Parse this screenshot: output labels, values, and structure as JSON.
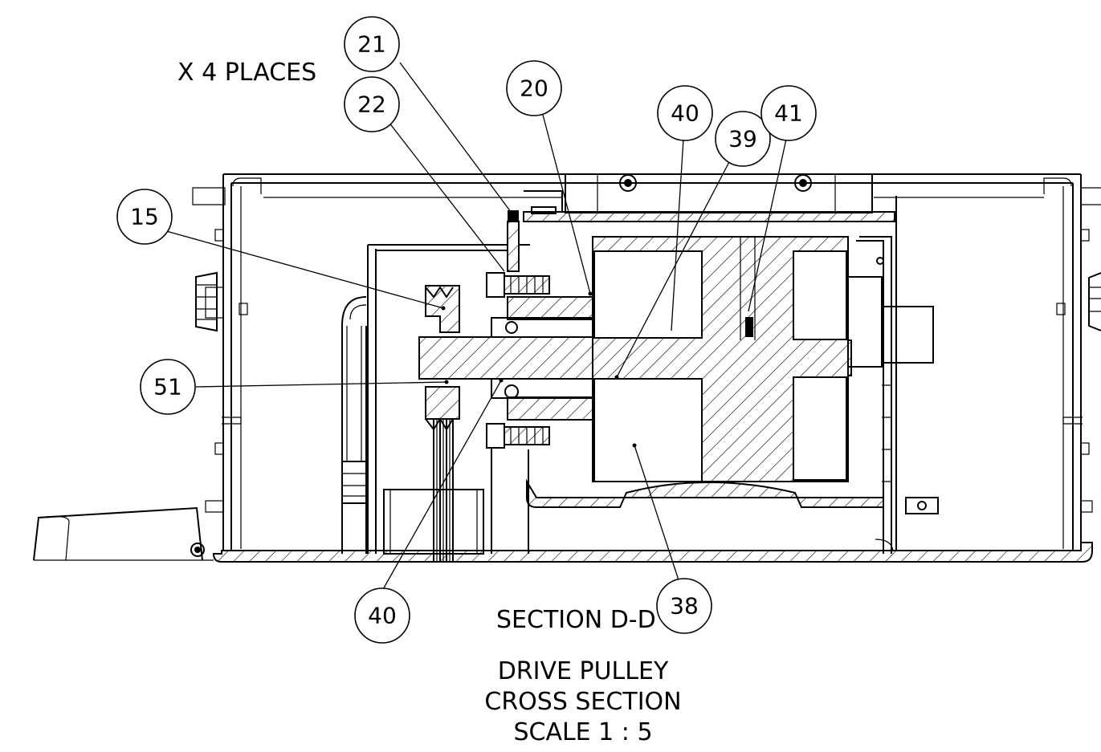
{
  "notes": {
    "places": "X 4 PLACES",
    "section": "SECTION D-D",
    "title_line1": "DRIVE PULLEY",
    "title_line2": "CROSS SECTION",
    "title_line3": "SCALE 1 : 5"
  },
  "balloons": {
    "b21": "21",
    "b22": "22",
    "b20": "20",
    "b40_top": "40",
    "b39": "39",
    "b41": "41",
    "b15": "15",
    "b51": "51",
    "b40_bottom": "40",
    "b38": "38"
  }
}
